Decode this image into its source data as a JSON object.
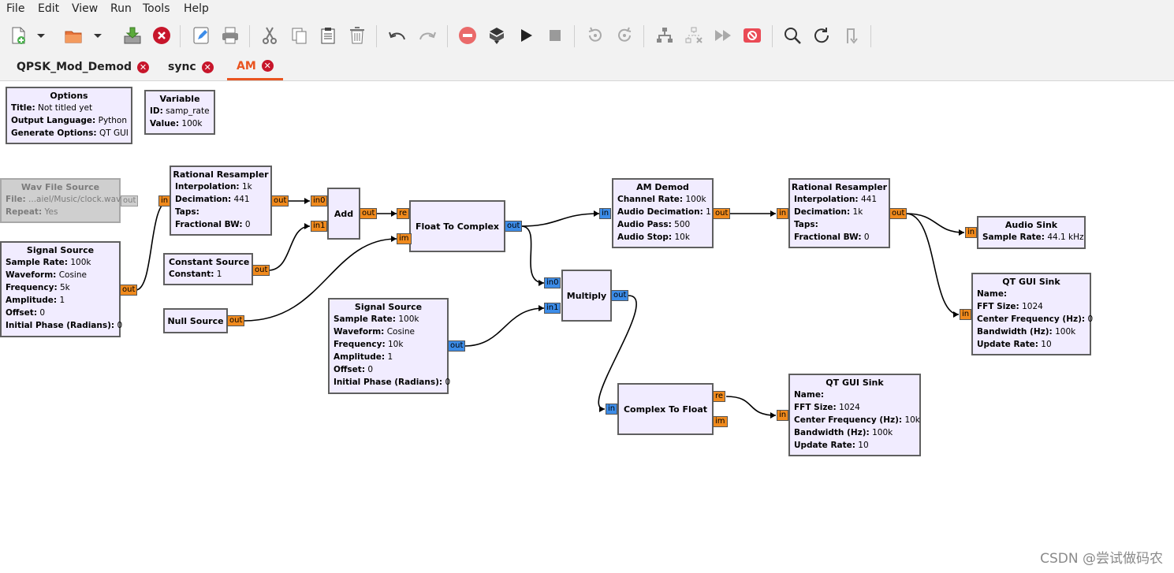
{
  "menu": [
    "File",
    "Edit",
    "View",
    "Run",
    "Tools",
    "Help"
  ],
  "tabs": [
    {
      "label": "QPSK_Mod_Demod",
      "active": false
    },
    {
      "label": "sync",
      "active": false
    },
    {
      "label": "AM",
      "active": true
    }
  ],
  "tab_close_glyph": "✕",
  "toolbar_icons": [
    "new-icon",
    "dropdown-icon",
    "open-icon",
    "dropdown-icon",
    "save-icon",
    "close-icon",
    "edit-icon",
    "print-icon",
    "cut-icon",
    "copy-icon",
    "paste-icon",
    "delete-icon",
    "undo-icon",
    "redo-icon",
    "disable-icon",
    "generate-icon",
    "execute-icon",
    "stop-icon",
    "rotate-ccw-icon",
    "rotate-cw-icon",
    "enable-block-icon",
    "disable-block-icon",
    "bypass-icon",
    "kill-icon",
    "find-icon",
    "reload-icon",
    "create-hier-icon"
  ],
  "blocks": {
    "options": {
      "title": "Options",
      "params": [
        [
          "Title:",
          "Not titled yet"
        ],
        [
          "Output Language:",
          "Python"
        ],
        [
          "Generate Options:",
          "QT GUI"
        ]
      ]
    },
    "variable": {
      "title": "Variable",
      "params": [
        [
          "ID:",
          "samp_rate"
        ],
        [
          "Value:",
          "100k"
        ]
      ]
    },
    "wav_file_source": {
      "title": "Wav File Source",
      "params": [
        [
          "File:",
          "...aiel/Music/clock.wav"
        ],
        [
          "Repeat:",
          "Yes"
        ]
      ],
      "ports": {
        "out": "out"
      }
    },
    "signal_source_1": {
      "title": "Signal Source",
      "params": [
        [
          "Sample Rate:",
          "100k"
        ],
        [
          "Waveform:",
          "Cosine"
        ],
        [
          "Frequency:",
          "5k"
        ],
        [
          "Amplitude:",
          "1"
        ],
        [
          "Offset:",
          "0"
        ],
        [
          "Initial Phase (Radians):",
          "0"
        ]
      ],
      "ports": {
        "out": "out"
      }
    },
    "rational_resampler_1": {
      "title": "Rational Resampler",
      "params": [
        [
          "Interpolation:",
          "1k"
        ],
        [
          "Decimation:",
          "441"
        ],
        [
          "Taps:",
          ""
        ],
        [
          "Fractional BW:",
          "0"
        ]
      ],
      "ports": {
        "in": "in",
        "out": "out"
      }
    },
    "constant_source": {
      "title": "Constant Source",
      "params": [
        [
          "Constant:",
          "1"
        ]
      ],
      "ports": {
        "out": "out"
      }
    },
    "null_source": {
      "title": "Null Source",
      "ports": {
        "out": "out"
      }
    },
    "add": {
      "title": "Add",
      "ports": {
        "in0": "in0",
        "in1": "in1",
        "out": "out"
      }
    },
    "float_to_complex": {
      "title": "Float To Complex",
      "ports": {
        "re": "re",
        "im": "im",
        "out": "out"
      }
    },
    "signal_source_2": {
      "title": "Signal Source",
      "params": [
        [
          "Sample Rate:",
          "100k"
        ],
        [
          "Waveform:",
          "Cosine"
        ],
        [
          "Frequency:",
          "10k"
        ],
        [
          "Amplitude:",
          "1"
        ],
        [
          "Offset:",
          "0"
        ],
        [
          "Initial Phase (Radians):",
          "0"
        ]
      ],
      "ports": {
        "out": "out"
      }
    },
    "multiply": {
      "title": "Multiply",
      "ports": {
        "in0": "in0",
        "in1": "in1",
        "out": "out"
      }
    },
    "am_demod": {
      "title": "AM Demod",
      "params": [
        [
          "Channel Rate:",
          "100k"
        ],
        [
          "Audio Decimation:",
          "1"
        ],
        [
          "Audio Pass:",
          "500"
        ],
        [
          "Audio Stop:",
          "10k"
        ]
      ],
      "ports": {
        "in": "in",
        "out": "out"
      }
    },
    "rational_resampler_2": {
      "title": "Rational Resampler",
      "params": [
        [
          "Interpolation:",
          "441"
        ],
        [
          "Decimation:",
          "1k"
        ],
        [
          "Taps:",
          ""
        ],
        [
          "Fractional BW:",
          "0"
        ]
      ],
      "ports": {
        "in": "in",
        "out": "out"
      }
    },
    "audio_sink": {
      "title": "Audio Sink",
      "params": [
        [
          "Sample Rate:",
          "44.1 kHz"
        ]
      ],
      "ports": {
        "in": "in"
      }
    },
    "qt_gui_sink_1": {
      "title": "QT GUI Sink",
      "params": [
        [
          "Name:",
          ""
        ],
        [
          "FFT Size:",
          "1024"
        ],
        [
          "Center Frequency (Hz):",
          "0"
        ],
        [
          "Bandwidth (Hz):",
          "100k"
        ],
        [
          "Update Rate:",
          "10"
        ]
      ],
      "ports": {
        "in": "in"
      }
    },
    "complex_to_float": {
      "title": "Complex To Float",
      "ports": {
        "in": "in",
        "re": "re",
        "im": "im"
      }
    },
    "qt_gui_sink_2": {
      "title": "QT GUI Sink",
      "params": [
        [
          "Name:",
          ""
        ],
        [
          "FFT Size:",
          "1024"
        ],
        [
          "Center Frequency (Hz):",
          "10k"
        ],
        [
          "Bandwidth (Hz):",
          "100k"
        ],
        [
          "Update Rate:",
          "10"
        ]
      ],
      "ports": {
        "in": "in"
      }
    }
  },
  "watermark": "CSDN @尝试做码农"
}
